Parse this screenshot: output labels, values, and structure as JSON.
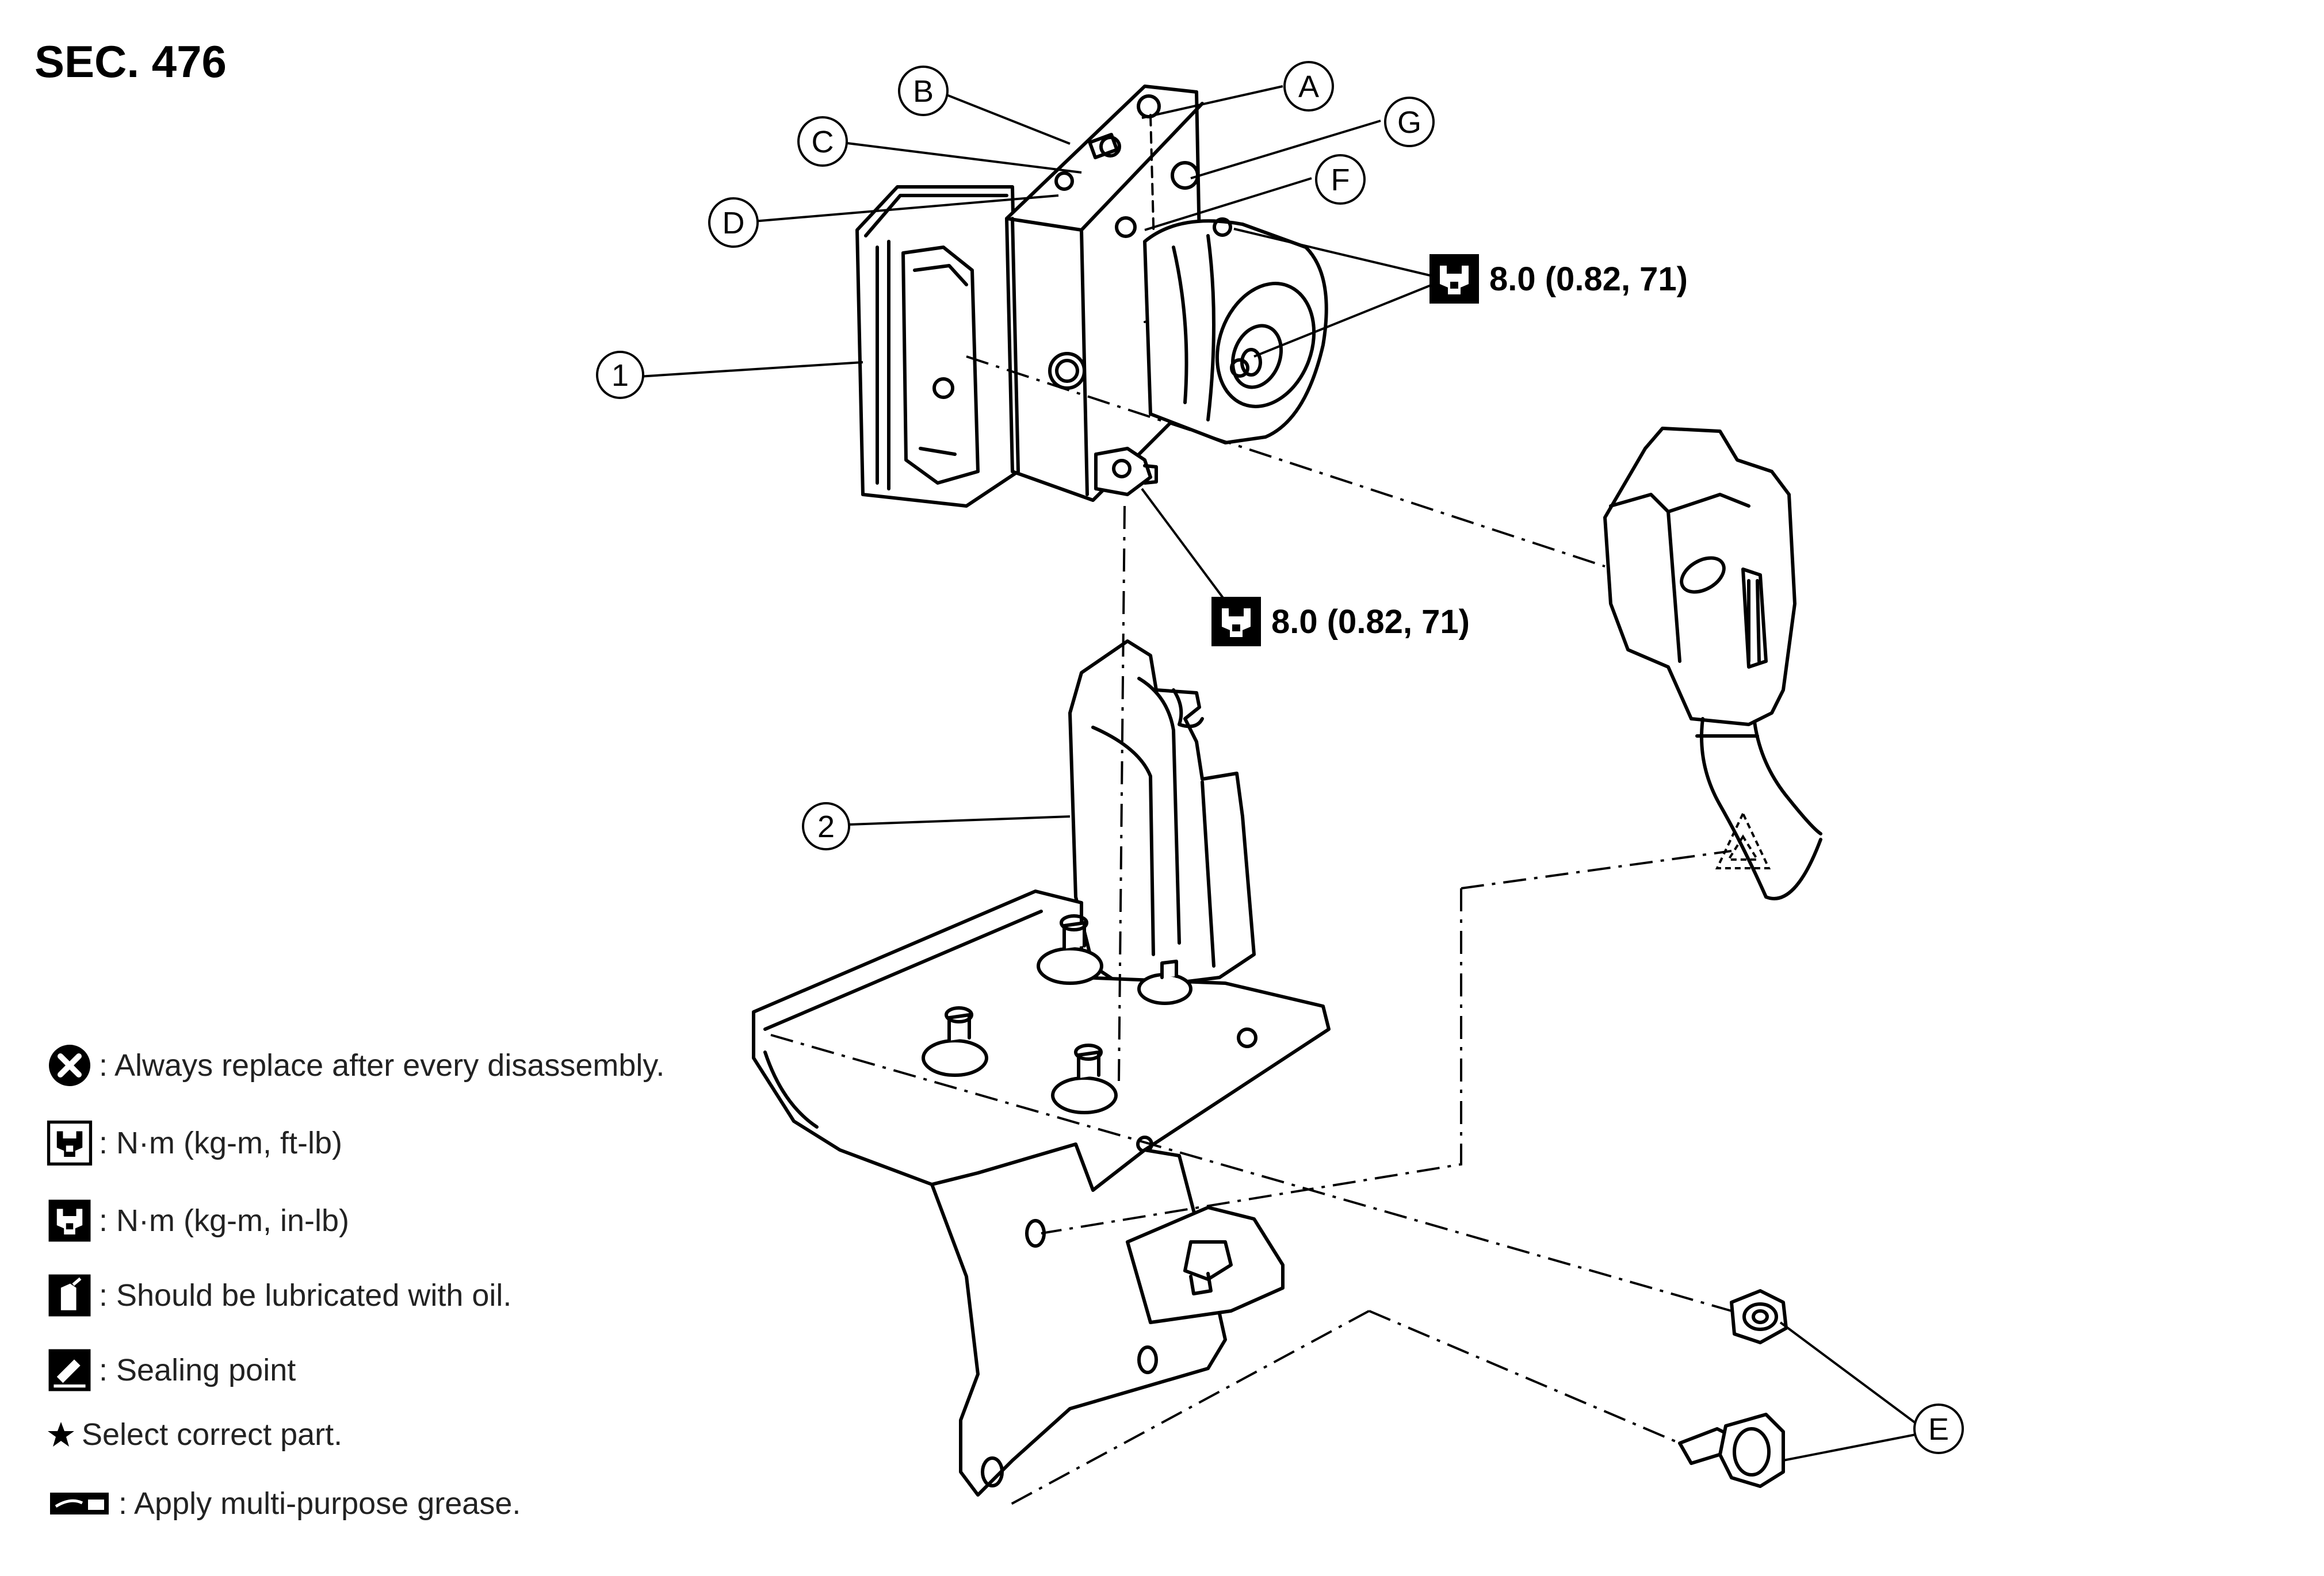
{
  "section": "SEC. 476",
  "callouts": {
    "A": "A",
    "B": "B",
    "C": "C",
    "D": "D",
    "E": "E",
    "F": "F",
    "G": "G",
    "p1": "1",
    "p2": "2"
  },
  "torque": {
    "upper": "8.0 (0.82, 71)",
    "lower": "8.0 (0.82, 71)"
  },
  "legend": {
    "replace": ": Always replace after every disassembly.",
    "torque_ftlb": ": N·m (kg-m, ft-lb)",
    "torque_inlb": ": N·m (kg-m, in-lb)",
    "oil": ": Should be lubricated with oil.",
    "sealing": ": Sealing point",
    "star": "Select correct part.",
    "grease": ": Apply multi-purpose grease."
  },
  "icons": {
    "replace": "x-circle-icon",
    "torque_ftlb": "wrench-socket-outline-icon",
    "torque_inlb": "wrench-socket-solid-icon",
    "oil": "oil-can-icon",
    "sealing": "sealant-icon",
    "star": "star-icon",
    "grease": "grease-icon"
  }
}
